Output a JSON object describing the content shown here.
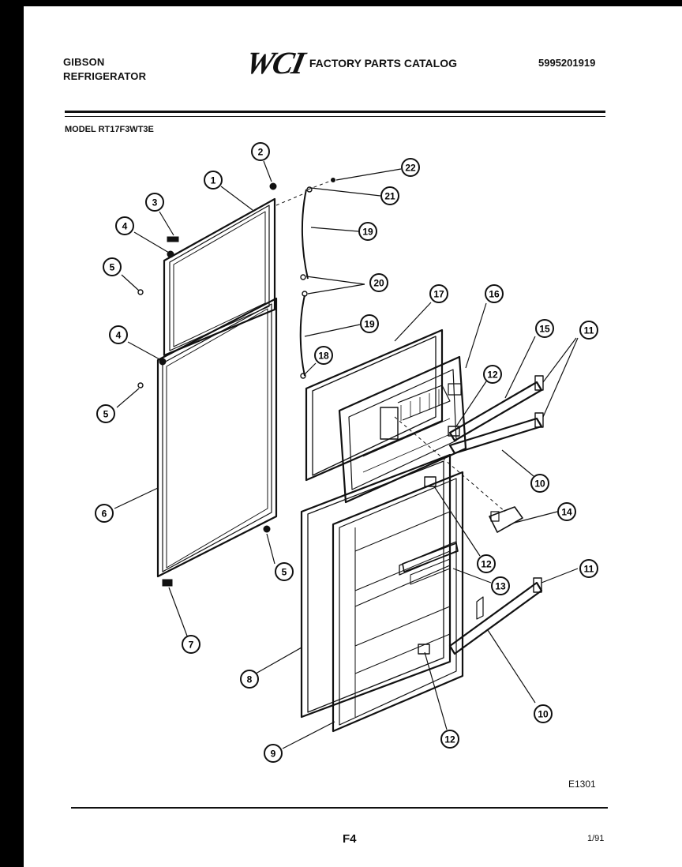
{
  "header": {
    "brand_line1": "GIBSON",
    "brand_line2": "REFRIGERATOR",
    "logo_text": "WCI",
    "catalog_title": "FACTORY PARTS CATALOG",
    "part_number": "5995201919"
  },
  "model_label": "MODEL RT17F3WT3E",
  "diagram_code": "E1301",
  "footer": {
    "page_code": "F4",
    "date": "1/91"
  },
  "callouts": {
    "c1": "1",
    "c2": "2",
    "c3": "3",
    "c4a": "4",
    "c4b": "4",
    "c5a": "5",
    "c5b": "5",
    "c5c": "5",
    "c6": "6",
    "c7": "7",
    "c8": "8",
    "c9": "9",
    "c10a": "10",
    "c10b": "10",
    "c11a": "11",
    "c11b": "11",
    "c12a": "12",
    "c12b": "12",
    "c12c": "12",
    "c13": "13",
    "c14": "14",
    "c15": "15",
    "c16": "16",
    "c17": "17",
    "c18": "18",
    "c19a": "19",
    "c19b": "19",
    "c20": "20",
    "c21": "21",
    "c22": "22"
  }
}
